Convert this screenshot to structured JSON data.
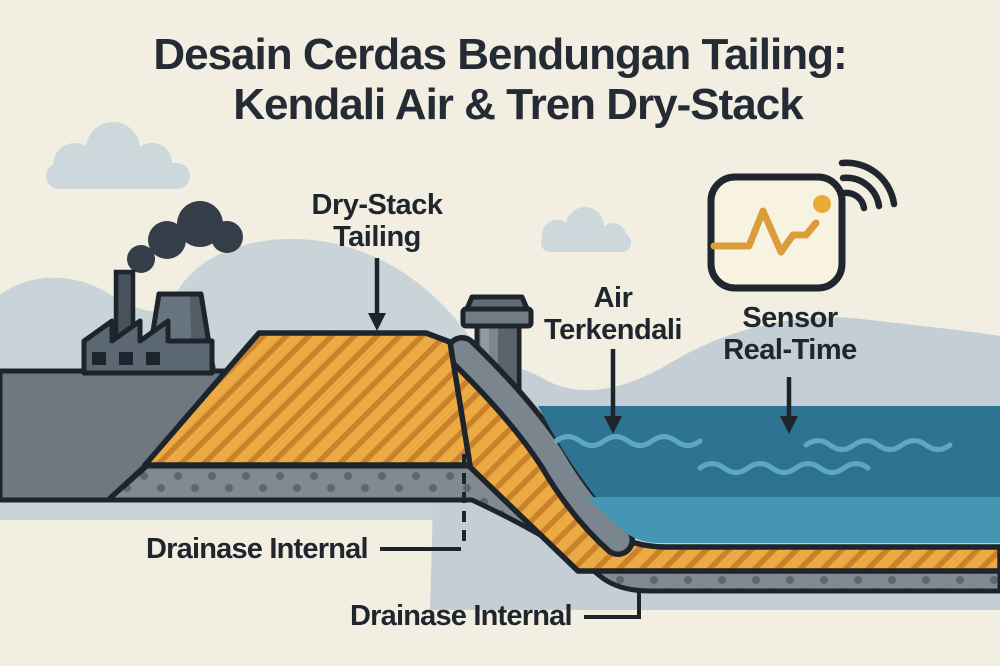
{
  "title": {
    "line1": "Desain Cerdas Bendungan Tailing:",
    "line2": "Kendali Air & Tren Dry-Stack"
  },
  "labels": {
    "dry_stack": {
      "line1": "Dry-Stack",
      "line2": "Tailing"
    },
    "air": {
      "line1": "Air",
      "line2": "Terkendali"
    },
    "sensor": {
      "line1": "Sensor",
      "line2": "Real-Time"
    },
    "drainase_left": "Drainase Internal",
    "drainase_bottom": "Drainase Internal"
  },
  "icons": {
    "sensor_monitor": "sensor-monitor-icon",
    "wifi": "wifi-signal-icon",
    "factory": "factory-icon",
    "standpipe": "standpipe-icon",
    "cloud": "cloud-icon"
  },
  "colors": {
    "background": "#f2eee1",
    "ink": "#20262e",
    "outline": "#1d242c",
    "tailings_orange": "#ecaa42",
    "tailings_stripe": "#c9812b",
    "water": "#2e7492",
    "water_light": "#4496b2",
    "wave": "#5ea9c2",
    "drain_grey": "#828a90",
    "drain_dot": "#5e676d",
    "ground_grey": "#6e787e",
    "hill_left": "#c9d4d9",
    "hill_right": "#c4cfd5",
    "cloud": "#cdd8dc",
    "sensor_accent": "#db9c3c",
    "sensor_dot": "#e8ab36",
    "sensor_panel": "#f8f3e1"
  }
}
